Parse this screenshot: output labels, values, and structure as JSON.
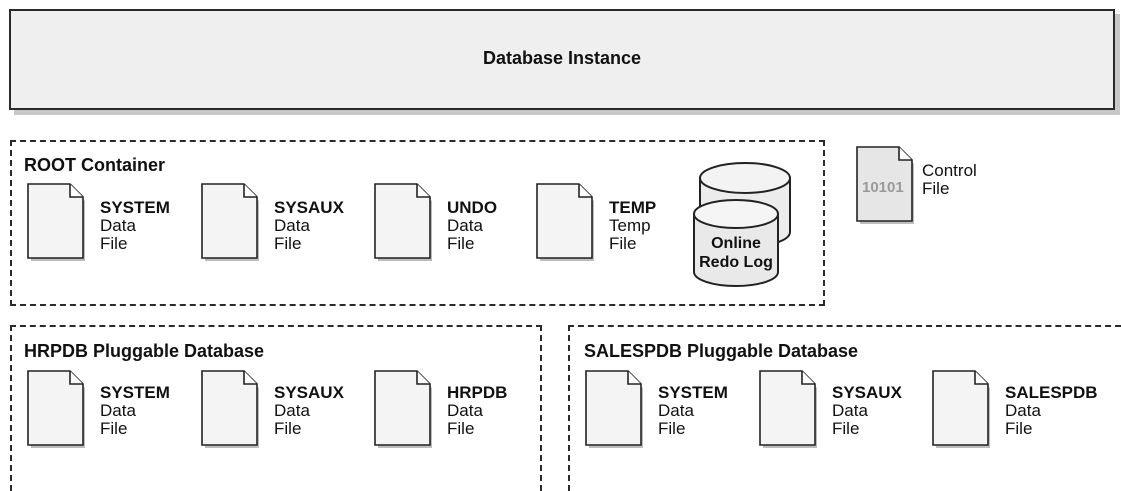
{
  "instance": {
    "title": "Database Instance"
  },
  "root": {
    "title": "ROOT Container",
    "files": [
      {
        "name": "SYSTEM",
        "line2": "Data",
        "line3": "File"
      },
      {
        "name": "SYSAUX",
        "line2": "Data",
        "line3": "File"
      },
      {
        "name": "UNDO",
        "line2": "Data",
        "line3": "File"
      },
      {
        "name": "TEMP",
        "line2": "Temp",
        "line3": "File"
      }
    ],
    "redo_log": {
      "line1": "Online",
      "line2": "Redo Log"
    }
  },
  "control_file": {
    "code": "10101",
    "line1": "Control",
    "line2": "File"
  },
  "hrpdb": {
    "title": "HRPDB Pluggable Database",
    "files": [
      {
        "name": "SYSTEM",
        "line2": "Data",
        "line3": "File"
      },
      {
        "name": "SYSAUX",
        "line2": "Data",
        "line3": "File"
      },
      {
        "name": "HRPDB",
        "line2": "Data",
        "line3": "File"
      }
    ]
  },
  "salespdb": {
    "title": "SALESPDB Pluggable Database",
    "files": [
      {
        "name": "SYSTEM",
        "line2": "Data",
        "line3": "File"
      },
      {
        "name": "SYSAUX",
        "line2": "Data",
        "line3": "File"
      },
      {
        "name": "SALESPDB",
        "line2": "Data",
        "line3": "File"
      }
    ]
  }
}
